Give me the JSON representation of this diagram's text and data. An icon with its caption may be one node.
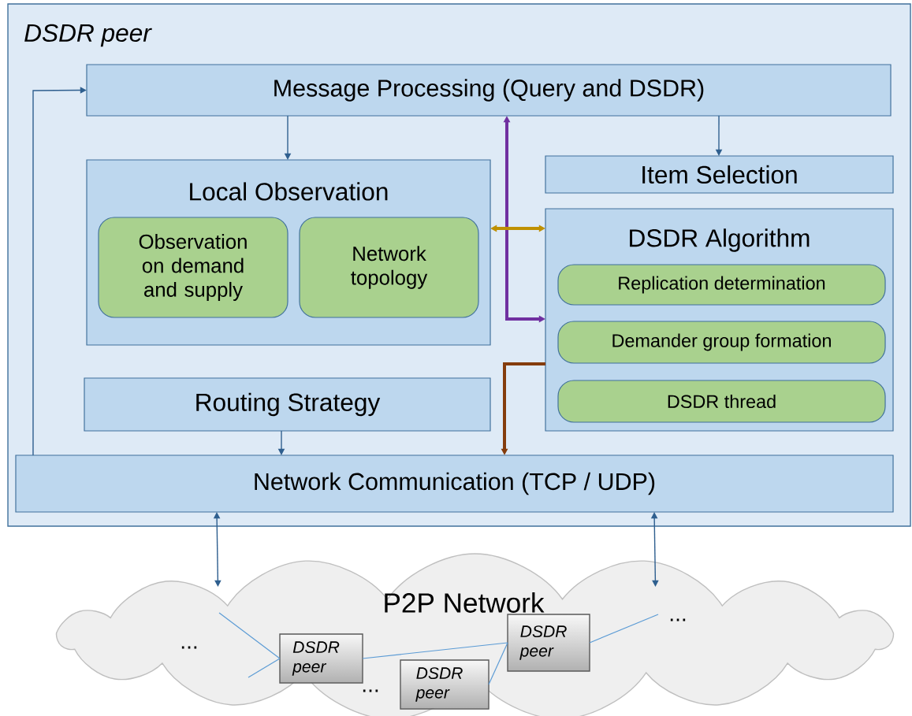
{
  "diagram": {
    "nodes": [
      {
        "text": [
          "DSDR peer"
        ]
      },
      {
        "text": [
          "Message Processing (Query and DSDR)"
        ],
        "in": 0
      },
      {
        "text": [
          "Local Observation"
        ],
        "in": 0
      },
      {
        "text": [
          "Observation on demand and supply"
        ],
        "in": 2
      },
      {
        "text": [
          "Network topology"
        ],
        "in": 2
      },
      {
        "text": [
          "Item Selection"
        ],
        "in": 0
      },
      {
        "text": [
          "DSDR Algorithm"
        ],
        "in": 0
      },
      {
        "text": [
          "Replication determination"
        ],
        "in": 6
      },
      {
        "text": [
          "Demander group formation"
        ],
        "in": 6
      },
      {
        "text": [
          "DSDR thread"
        ],
        "in": 6
      },
      {
        "text": [
          "Routing Strategy"
        ],
        "in": 0
      },
      {
        "text": [
          "Network Communication (TCP / UDP)"
        ],
        "in": 0
      },
      {
        "text": [
          "P2P Network"
        ]
      },
      {
        "text": [
          "DSDR peer"
        ],
        "in": 12
      },
      {
        "text": [
          "DSDR peer"
        ],
        "in": 12
      },
      {
        "text": [
          "DSDR peer"
        ],
        "in": 12
      }
    ],
    "edges": [
      {
        "from": 11,
        "to": 1,
        "arrow": "to"
      },
      {
        "from": 1,
        "to": 2,
        "arrow": "to"
      },
      {
        "from": 1,
        "to": 5,
        "arrow": "to"
      },
      {
        "from": 6,
        "to": 1,
        "arrow": "both",
        "style": "thick",
        "color": "#7030a0"
      },
      {
        "from": 2,
        "to": 6,
        "arrow": "both",
        "style": "thick",
        "color": "#bf9000"
      },
      {
        "from": 6,
        "to": 11,
        "arrow": "to",
        "style": "thick",
        "color": "#843c0c"
      },
      {
        "from": 10,
        "to": 11,
        "arrow": "to"
      },
      {
        "from": 11,
        "to": 12,
        "arrow": "both"
      },
      {
        "from": 11,
        "to": 12,
        "arrow": "both"
      },
      {
        "from": null,
        "to": 13,
        "arrow": "none",
        "color": "#5b9bd5"
      },
      {
        "from": null,
        "to": 13,
        "arrow": "none",
        "color": "#5b9bd5"
      },
      {
        "from": 13,
        "to": 15,
        "arrow": "none",
        "color": "#5b9bd5"
      },
      {
        "from": 14,
        "to": 15,
        "arrow": "none",
        "color": "#5b9bd5"
      },
      {
        "from": 15,
        "to": null,
        "arrow": "none",
        "color": "#5b9bd5"
      }
    ],
    "labels": [
      "...",
      "...",
      "..."
    ]
  }
}
